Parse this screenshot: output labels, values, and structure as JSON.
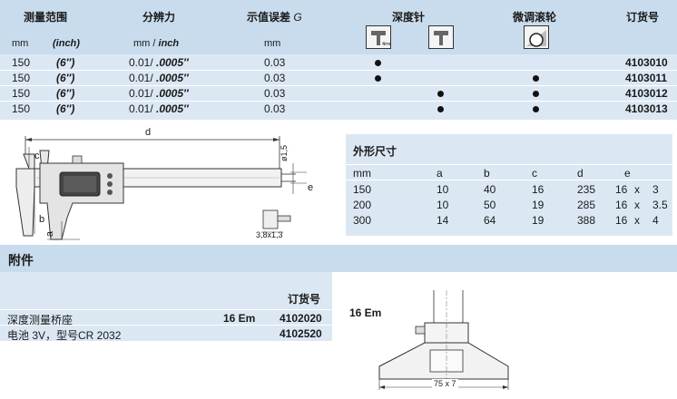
{
  "main_table": {
    "headers": {
      "range": "测量范围",
      "resolution": "分辨力",
      "error": "示值误差",
      "error_symbol": "G",
      "depth_rod": "深度针",
      "thumb_roller": "微调滚轮",
      "order_no": "订货号"
    },
    "units": {
      "mm": "mm",
      "inch": "(inch)",
      "res_mm": "mm /",
      "res_inch": "inch",
      "err_mm": "mm"
    },
    "icons": {
      "rod_flat": "flat-depth-rod-icon",
      "rod_round": "round-depth-rod-icon",
      "roller": "thumb-roller-icon"
    },
    "rows": [
      {
        "mm": "150",
        "inch": "(6″)",
        "res_a": "0.01/",
        "res_b": ".0005″",
        "error": "0.03",
        "depth_flat": true,
        "depth_round": false,
        "roller": false,
        "order": "4103010"
      },
      {
        "mm": "150",
        "inch": "(6″)",
        "res_a": "0.01/",
        "res_b": ".0005″",
        "error": "0.03",
        "depth_flat": true,
        "depth_round": false,
        "roller": true,
        "order": "4103011"
      },
      {
        "mm": "150",
        "inch": "(6″)",
        "res_a": "0.01/",
        "res_b": ".0005″",
        "error": "0.03",
        "depth_flat": false,
        "depth_round": true,
        "roller": true,
        "order": "4103012"
      },
      {
        "mm": "150",
        "inch": "(6″)",
        "res_a": "0.01/",
        "res_b": ".0005″",
        "error": "0.03",
        "depth_flat": false,
        "depth_round": true,
        "roller": true,
        "order": "4103013"
      }
    ]
  },
  "drawing": {
    "label_d": "d",
    "label_c": "c",
    "label_b": "b",
    "label_a": "a",
    "label_e": "e",
    "label_rod": "ø1,5",
    "label_tip": "3,8x1,3"
  },
  "dimensions": {
    "title": "外形尺寸",
    "headers": [
      "mm",
      "a",
      "b",
      "c",
      "d",
      "e"
    ],
    "rows": [
      {
        "mm": "150",
        "a": "10",
        "b": "40",
        "c": "16",
        "d": "235",
        "e1": "16",
        "x": "x",
        "e2": "3"
      },
      {
        "mm": "200",
        "a": "10",
        "b": "50",
        "c": "19",
        "d": "285",
        "e1": "16",
        "x": "x",
        "e2": "3.5"
      },
      {
        "mm": "300",
        "a": "14",
        "b": "64",
        "c": "19",
        "d": "388",
        "e1": "16",
        "x": "x",
        "e2": "4"
      }
    ]
  },
  "accessories": {
    "title": "附件",
    "order_header": "订货号",
    "items": [
      {
        "name": "深度测量桥座",
        "model": "16 Em",
        "order": "4102020"
      },
      {
        "name": "电池 3V，型号CR 2032",
        "model": "",
        "order": "4102520"
      }
    ],
    "drawing_label": "16 Em",
    "drawing_dim": "75 x 7"
  }
}
